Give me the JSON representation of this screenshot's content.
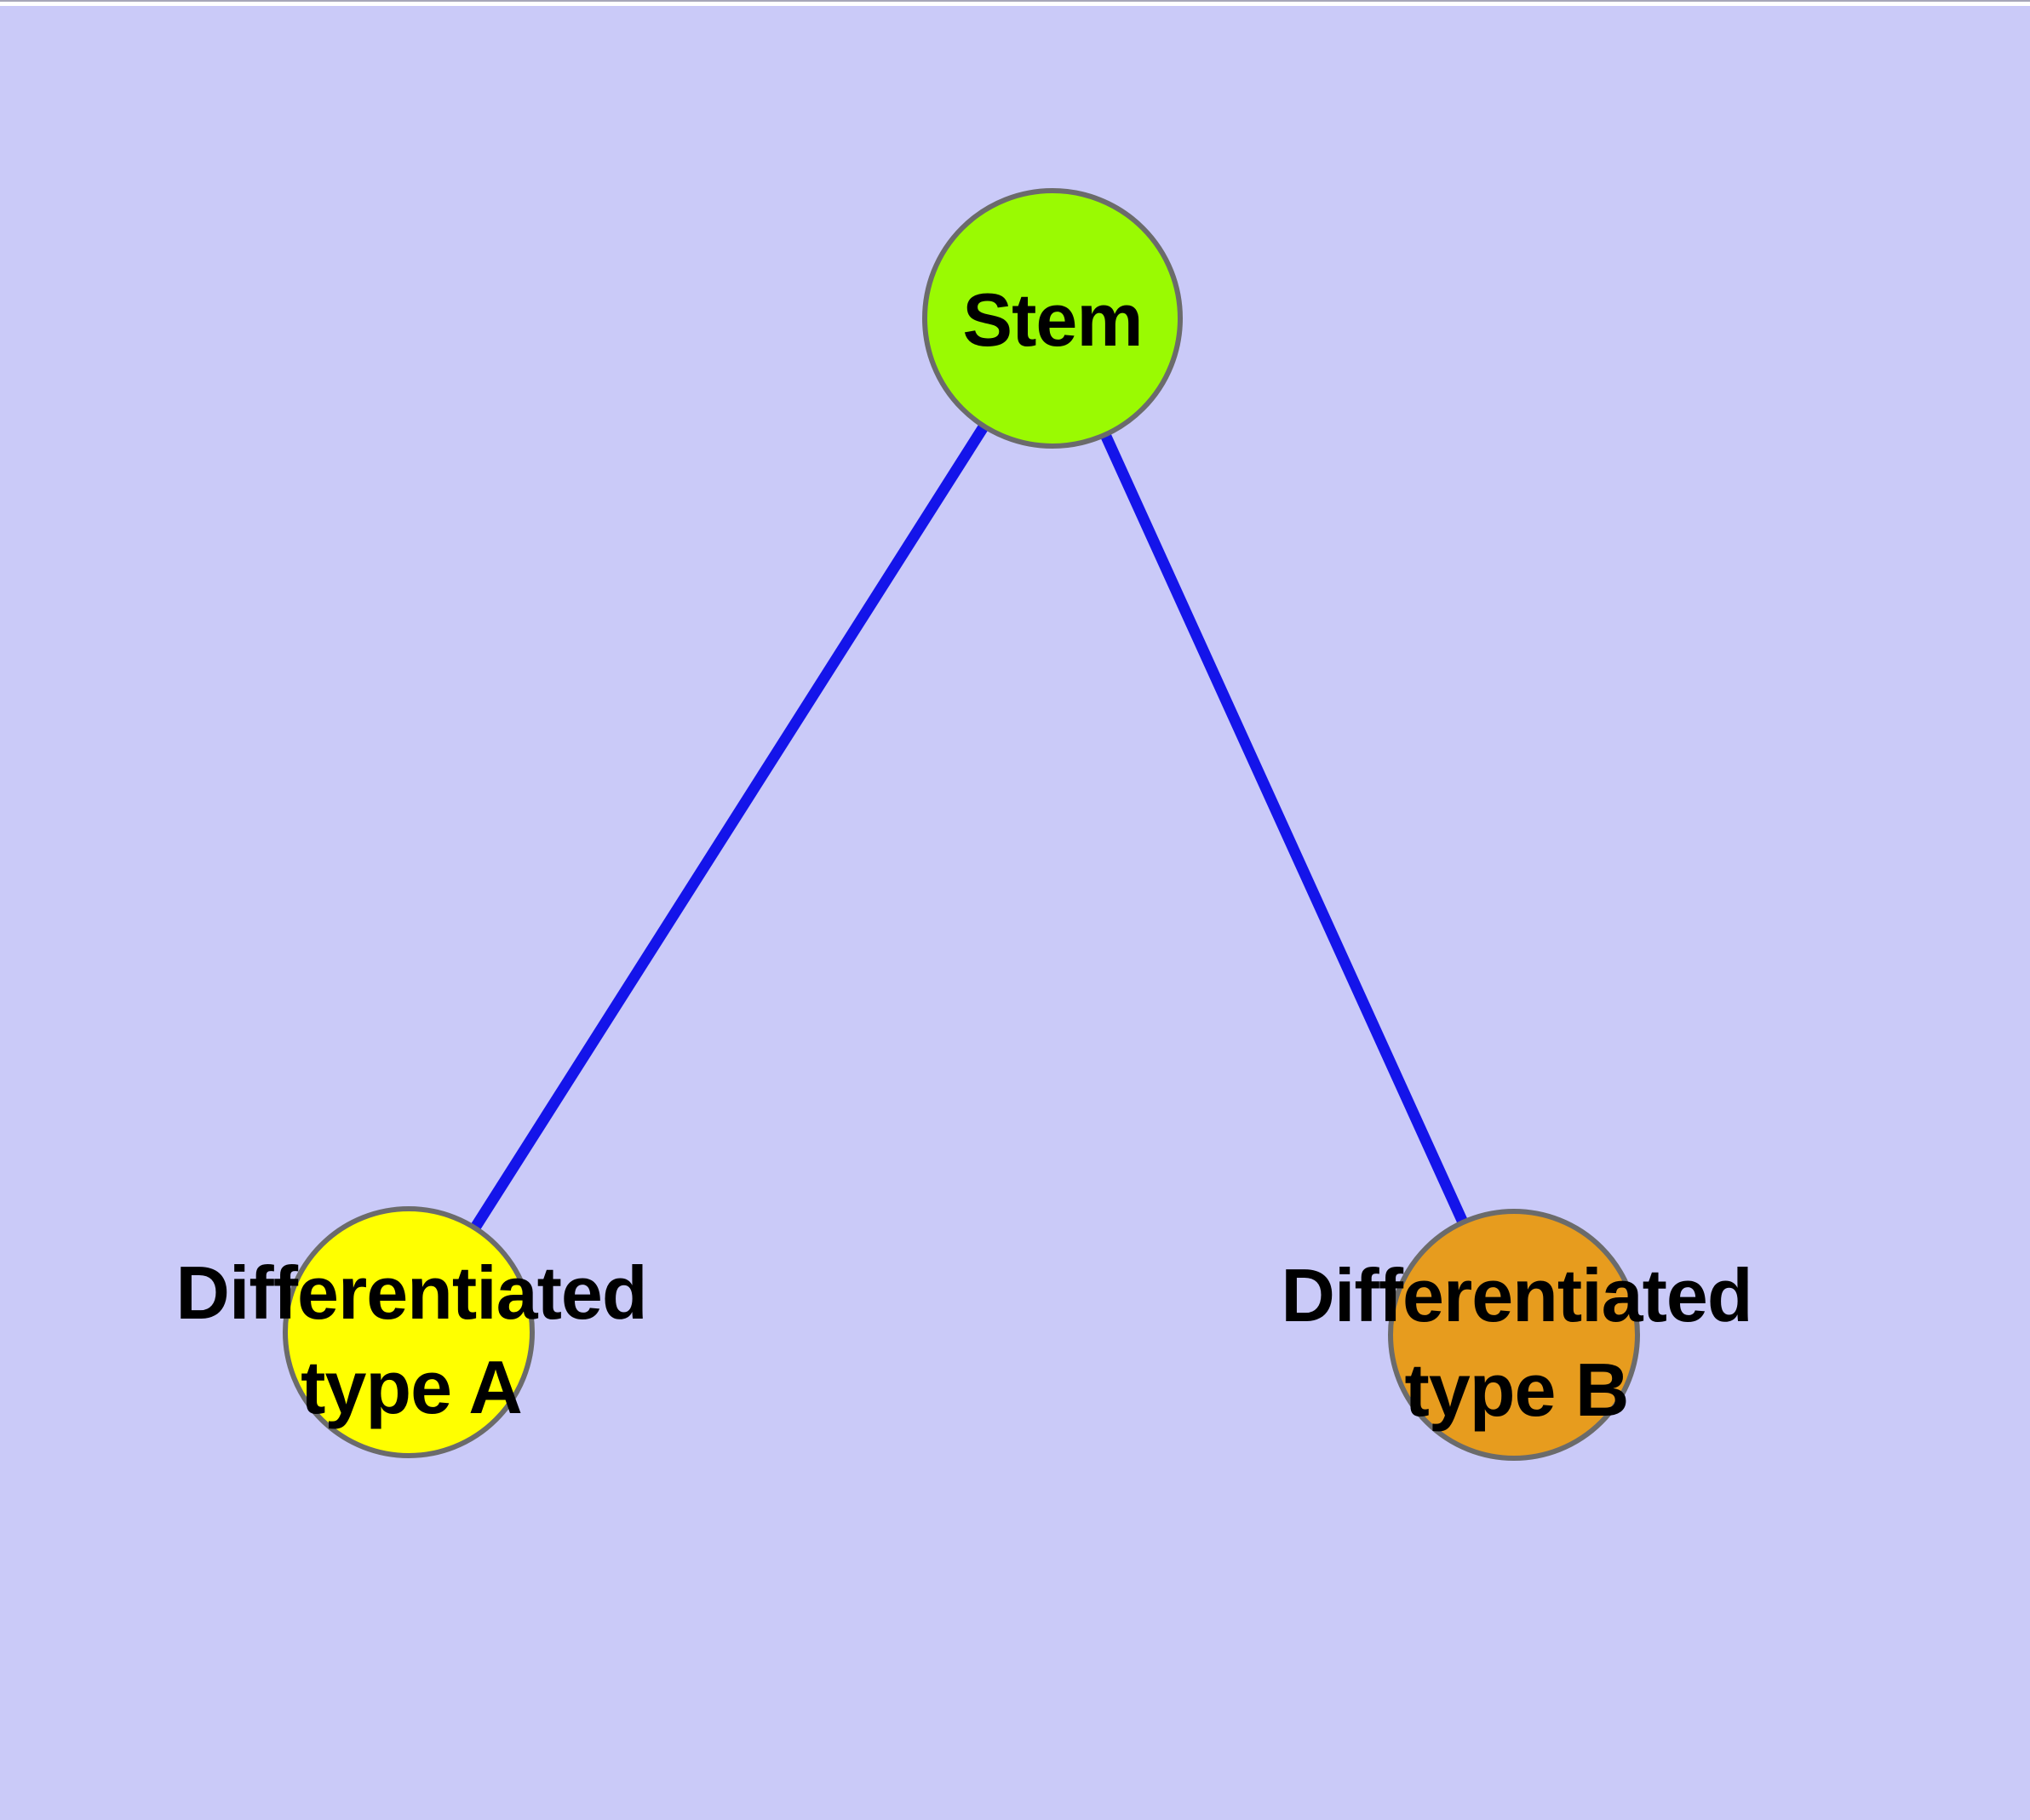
{
  "diagram": {
    "background_color": "#CACAF8",
    "edge_color": "#1414EA",
    "node_border_color": "#6B6B6B",
    "label_color": "#000000",
    "nodes": [
      {
        "id": "stem",
        "label": "Stem",
        "fill": "#9AFA02"
      },
      {
        "id": "differentiated-type-a",
        "label": "Differentiated type A",
        "label_line1": "Differentiated",
        "label_line2": "type A",
        "fill": "#FFFF00"
      },
      {
        "id": "differentiated-type-b",
        "label": "Differentiated type B",
        "label_line1": "Differentiated",
        "label_line2": "type B",
        "fill": "#E79C1E"
      }
    ],
    "edges": [
      {
        "from": "stem",
        "to": "differentiated-type-a"
      },
      {
        "from": "stem",
        "to": "differentiated-type-b"
      }
    ]
  }
}
